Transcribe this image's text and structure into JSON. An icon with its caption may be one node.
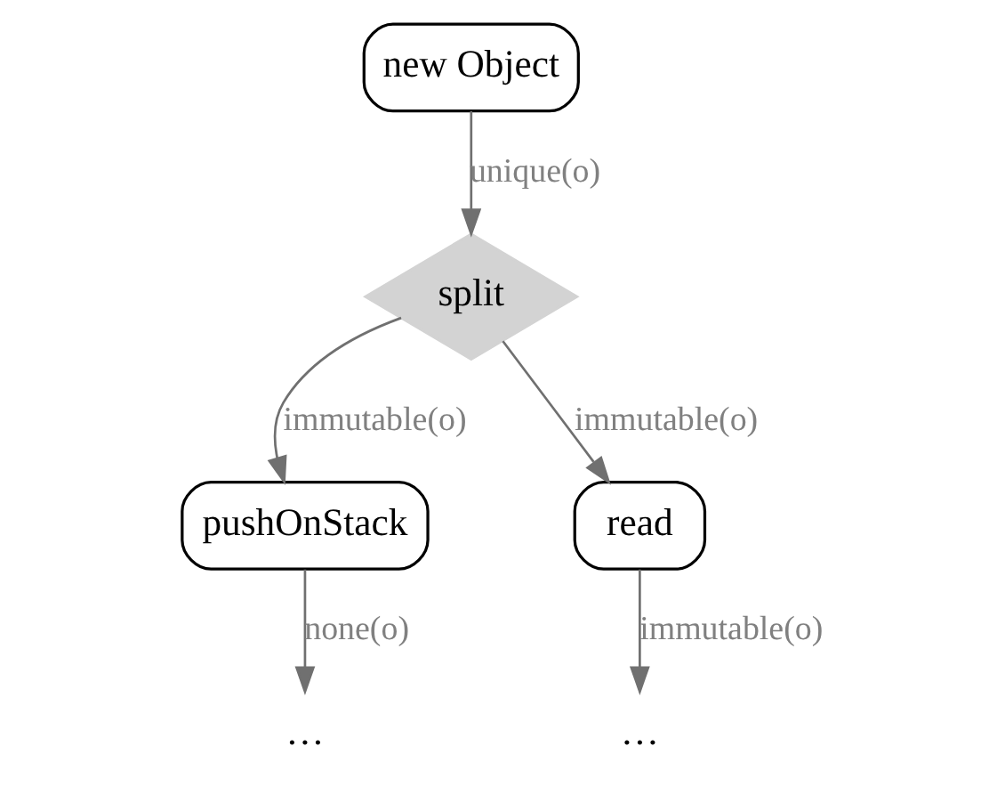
{
  "diagram": {
    "nodes": [
      {
        "text": [
          "new Object"
        ]
      },
      {
        "text": [
          "split"
        ]
      },
      {
        "text": [
          "pushOnStack"
        ]
      },
      {
        "text": [
          "read"
        ]
      },
      {
        "text": [
          "…"
        ]
      },
      {
        "text": [
          "…"
        ]
      }
    ],
    "edges": [
      {
        "from": 0,
        "to": 1,
        "arrow": "to",
        "label": "unique(o)"
      },
      {
        "from": 1,
        "to": 2,
        "arrow": "to",
        "label": "immutable(o)"
      },
      {
        "from": 1,
        "to": 3,
        "arrow": "to",
        "label": "immutable(o)"
      },
      {
        "from": 2,
        "to": 4,
        "arrow": "to",
        "label": "none(o)"
      },
      {
        "from": 3,
        "to": 5,
        "arrow": "to",
        "label": "immutable(o)"
      }
    ]
  }
}
